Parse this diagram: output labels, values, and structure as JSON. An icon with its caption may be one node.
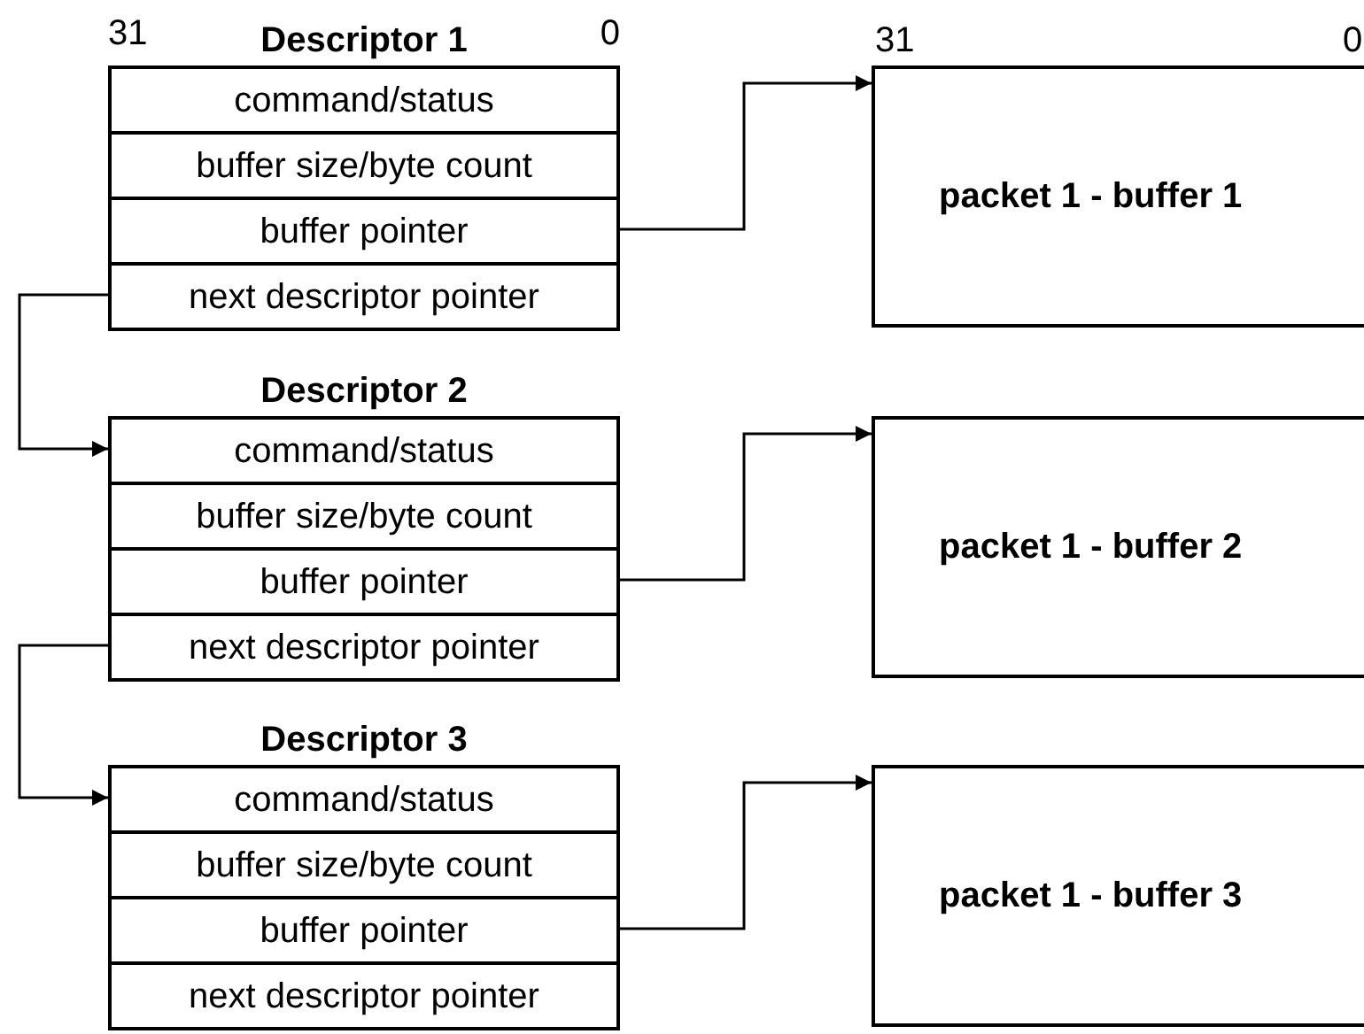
{
  "diagram": {
    "nodes": [
      {
        "text": [
          "Descriptor 1"
        ]
      },
      {
        "text": [
          "command/status"
        ],
        "in": 0
      },
      {
        "text": [
          "buffer size/byte count"
        ],
        "in": 0
      },
      {
        "text": [
          "buffer pointer"
        ],
        "in": 0
      },
      {
        "text": [
          "next descriptor pointer"
        ],
        "in": 0
      },
      {
        "text": [
          "packet 1 - buffer 1"
        ]
      },
      {
        "text": [
          "Descriptor 2"
        ]
      },
      {
        "text": [
          "command/status"
        ],
        "in": 6
      },
      {
        "text": [
          "buffer size/byte count"
        ],
        "in": 6
      },
      {
        "text": [
          "buffer pointer"
        ],
        "in": 6
      },
      {
        "text": [
          "next descriptor pointer"
        ],
        "in": 6
      },
      {
        "text": [
          "packet 1 - buffer 2"
        ]
      },
      {
        "text": [
          "Descriptor 3"
        ]
      },
      {
        "text": [
          "command/status"
        ],
        "in": 12
      },
      {
        "text": [
          "buffer size/byte count"
        ],
        "in": 12
      },
      {
        "text": [
          "buffer pointer"
        ],
        "in": 12
      },
      {
        "text": [
          "next descriptor pointer"
        ],
        "in": 12
      },
      {
        "text": [
          "packet 1 - buffer 3"
        ]
      }
    ],
    "edges": [
      {
        "from": 3,
        "to": 5,
        "arrow": "to"
      },
      {
        "from": 4,
        "to": 7,
        "arrow": "to"
      },
      {
        "from": 9,
        "to": 11,
        "arrow": "to"
      },
      {
        "from": 10,
        "to": 13,
        "arrow": "to"
      },
      {
        "from": 15,
        "to": 17,
        "arrow": "to"
      }
    ],
    "labels": [
      "31",
      "0",
      "31",
      "0"
    ]
  }
}
